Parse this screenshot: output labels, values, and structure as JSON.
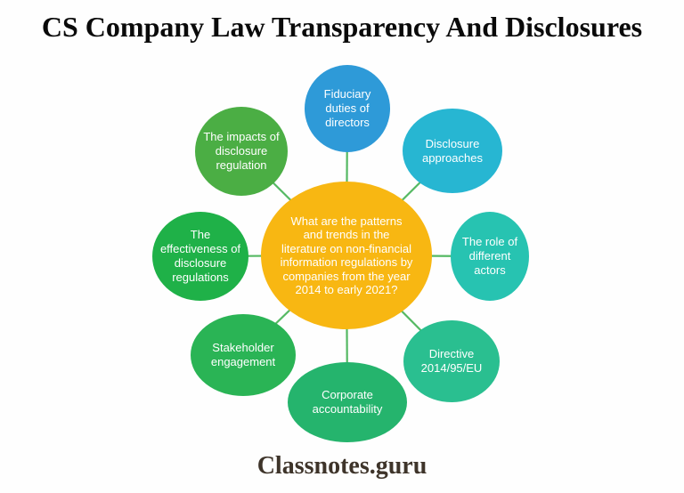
{
  "title": "CS Company Law Transparency And Disclosures",
  "footer": "Classnotes.guru",
  "diagram": {
    "connector_color": "#55b963",
    "center": {
      "label": "What are the patterns and trends in the literature on non-financial information regulations by companies from the year 2014 to early 2021?",
      "color": "#f8b712",
      "text_color": "#ffffff"
    },
    "nodes": [
      {
        "id": "fiduciary-duties",
        "label": "Fiduciary duties of directors",
        "color": "#2e9ad8",
        "position": "top"
      },
      {
        "id": "disclosure-approaches",
        "label": "Disclosure approaches",
        "color": "#27b6d2",
        "position": "top-right"
      },
      {
        "id": "role-of-actors",
        "label": "The role of different actors",
        "color": "#27c3b1",
        "position": "right"
      },
      {
        "id": "directive-2014-95-eu",
        "label": "Directive 2014/95/EU",
        "color": "#2abf90",
        "position": "bottom-right"
      },
      {
        "id": "corporate-accountability",
        "label": "Corporate accountability",
        "color": "#25b46d",
        "position": "bottom"
      },
      {
        "id": "stakeholder-engagement",
        "label": "Stakeholder engagement",
        "color": "#2ab455",
        "position": "bottom-left"
      },
      {
        "id": "effectiveness-of-disclosure",
        "label": "The effectiveness of disclosure regulations",
        "color": "#1fb148",
        "position": "left"
      },
      {
        "id": "impacts-of-disclosure",
        "label": "The impacts of disclosure regulation",
        "color": "#4bae44",
        "position": "top-left"
      }
    ]
  }
}
